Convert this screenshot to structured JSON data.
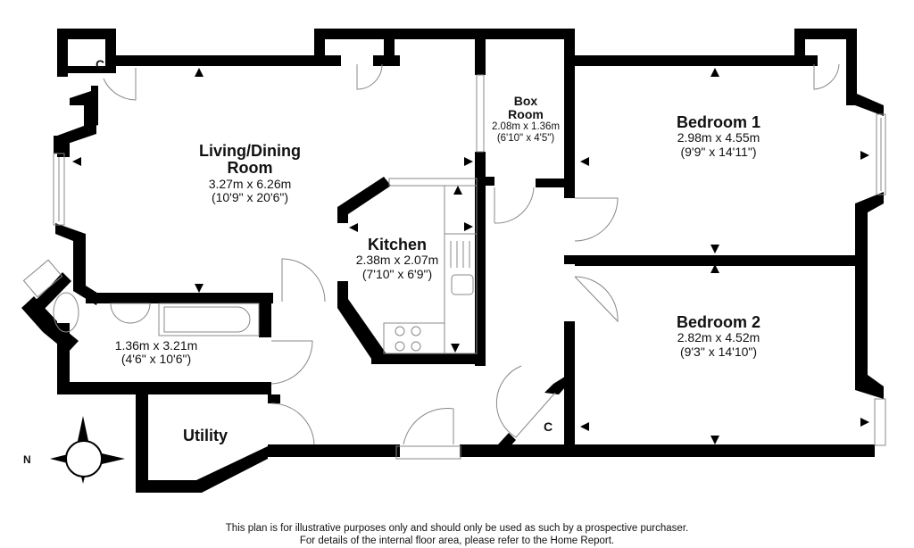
{
  "rooms": {
    "living": {
      "name_line1": "Living/Dining",
      "name_line2": "Room",
      "metric": "3.27m x 6.26m",
      "imperial": "(10'9\" x 20'6\")"
    },
    "box_room": {
      "name_line1": "Box",
      "name_line2": "Room",
      "metric": "2.08m x 1.36m",
      "imperial": "(6'10\" x 4'5\")"
    },
    "bedroom1": {
      "name": "Bedroom 1",
      "metric": "2.98m x 4.55m",
      "imperial": "(9'9\" x 14'11\")"
    },
    "bedroom2": {
      "name": "Bedroom 2",
      "metric": "2.82m x 4.52m",
      "imperial": "(9'3\" x 14'10\")"
    },
    "kitchen": {
      "name": "Kitchen",
      "metric": "2.38m x 2.07m",
      "imperial": "(7'10\" x 6'9\")"
    },
    "bathroom": {
      "metric": "1.36m x 3.21m",
      "imperial": "(4'6\" x 10'6\")"
    },
    "utility": {
      "name": "Utility"
    },
    "cupboard_top": {
      "name": "C"
    },
    "cupboard_hall": {
      "name": "C"
    }
  },
  "compass": {
    "label": "N",
    "icon": "compass-rose-icon"
  },
  "disclaimer": {
    "line1": "This plan is for illustrative purposes only and should only be used as such by a prospective purchaser.",
    "line2": "For details of the internal floor area, please refer to the Home Report."
  },
  "colors": {
    "wall": "#000000",
    "fixture": "#888888",
    "background": "#ffffff"
  }
}
